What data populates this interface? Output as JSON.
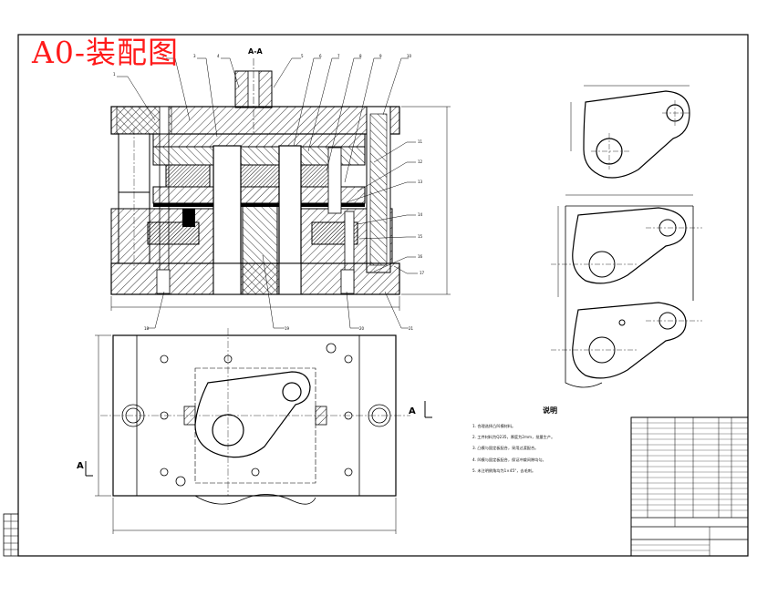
{
  "title": "A0-装配图",
  "section_labels": [
    "A-A",
    "A",
    "A"
  ],
  "technical_notes": {
    "title": "说明",
    "items": [
      "1. 合理选择凸凹模材料。",
      "2. 工件材料为Q235，厚度为2mm，批量生产。",
      "3. 凸模与固定板配合，采用过渡配合。",
      "4. 凹模与固定板配合，保证冲裁间隙均匀。",
      "5. 未注明倒角均为1×45°，去毛刺。"
    ]
  },
  "colors": {
    "title": "#ff1a1a",
    "line": "#000000",
    "hatch": "#000000"
  },
  "icons": [
    "section-arrow-icon",
    "center-mark-icon"
  ]
}
